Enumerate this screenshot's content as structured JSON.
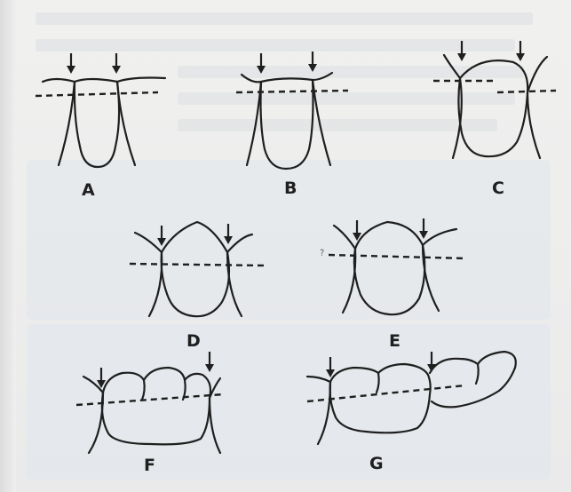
{
  "figure": {
    "panels": [
      {
        "id": "A",
        "label": "A"
      },
      {
        "id": "B",
        "label": "B"
      },
      {
        "id": "C",
        "label": "C"
      },
      {
        "id": "D",
        "label": "D"
      },
      {
        "id": "E",
        "label": "E"
      },
      {
        "id": "F",
        "label": "F"
      },
      {
        "id": "G",
        "label": "G"
      }
    ],
    "stray_mark": "?̃",
    "colors": {
      "ink": "#1f1f1f",
      "paper": "#eeeeed"
    }
  }
}
